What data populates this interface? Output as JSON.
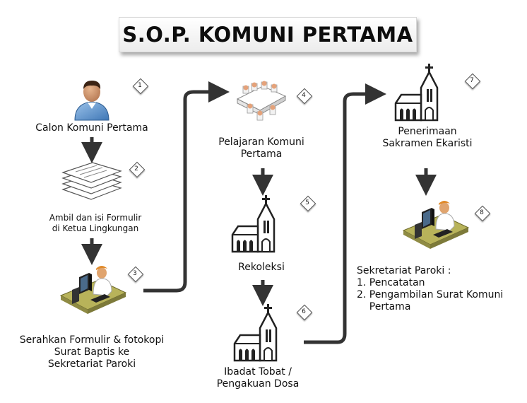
{
  "title": "S.O.P. KOMUNI PERTAMA",
  "steps": [
    {
      "number": "1",
      "icon": "person-icon",
      "label": [
        "Calon Komuni Pertama"
      ]
    },
    {
      "number": "2",
      "icon": "documents-icon",
      "label": [
        "Ambil dan isi Formulir",
        "di Ketua Lingkungan"
      ]
    },
    {
      "number": "3",
      "icon": "office-worker-icon",
      "label": [
        "Serahkan Formulir & fotokopi",
        "Surat Baptis ke",
        "Sekretariat Paroki"
      ]
    },
    {
      "number": "4",
      "icon": "classroom-icon",
      "label": [
        "Pelajaran Komuni",
        "Pertama"
      ]
    },
    {
      "number": "5",
      "icon": "church-icon",
      "label": [
        "Rekoleksi"
      ]
    },
    {
      "number": "6",
      "icon": "church-icon",
      "label": [
        "Ibadat Tobat /",
        "Pengakuan Dosa"
      ]
    },
    {
      "number": "7",
      "icon": "church-icon",
      "label": [
        "Penerimaan",
        "Sakramen Ekaristi"
      ]
    },
    {
      "number": "8",
      "icon": "office-worker-icon",
      "label": [
        "Sekretariat Paroki :",
        "1. Pencatatan",
        "2. Pengambilan Surat Komuni",
        "    Pertama"
      ]
    }
  ]
}
